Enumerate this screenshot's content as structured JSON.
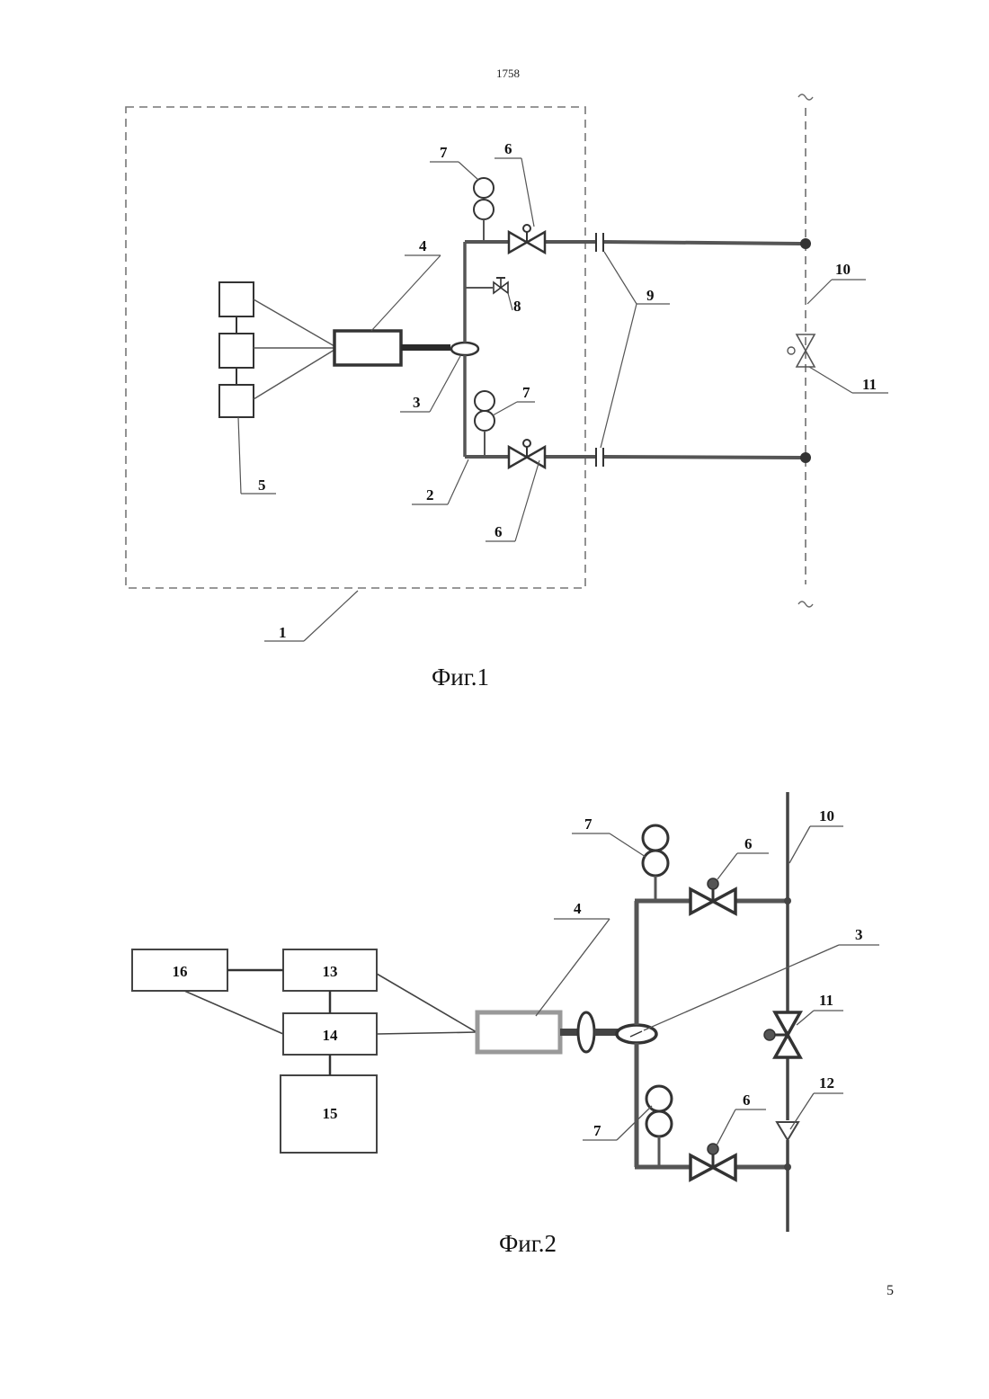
{
  "header": {
    "doc_number": "1758"
  },
  "footer": {
    "page_number": "5"
  },
  "figure1": {
    "caption": "Фиг.1",
    "labels": {
      "l1": "1",
      "l2": "2",
      "l3": "3",
      "l4": "4",
      "l5": "5",
      "l6a": "6",
      "l6b": "6",
      "l7a": "7",
      "l7b": "7",
      "l8": "8",
      "l9": "9",
      "l10": "10",
      "l11": "11"
    }
  },
  "figure2": {
    "caption": "Фиг.2",
    "labels": {
      "l3": "3",
      "l4": "4",
      "l6a": "6",
      "l6b": "6",
      "l7a": "7",
      "l7b": "7",
      "l10": "10",
      "l11": "11",
      "l12": "12"
    },
    "blocks": {
      "b13": "13",
      "b14": "14",
      "b15": "15",
      "b16": "16"
    }
  },
  "colors": {
    "line": "#555555",
    "dark": "#2a2a2a",
    "box4": "#999999"
  }
}
